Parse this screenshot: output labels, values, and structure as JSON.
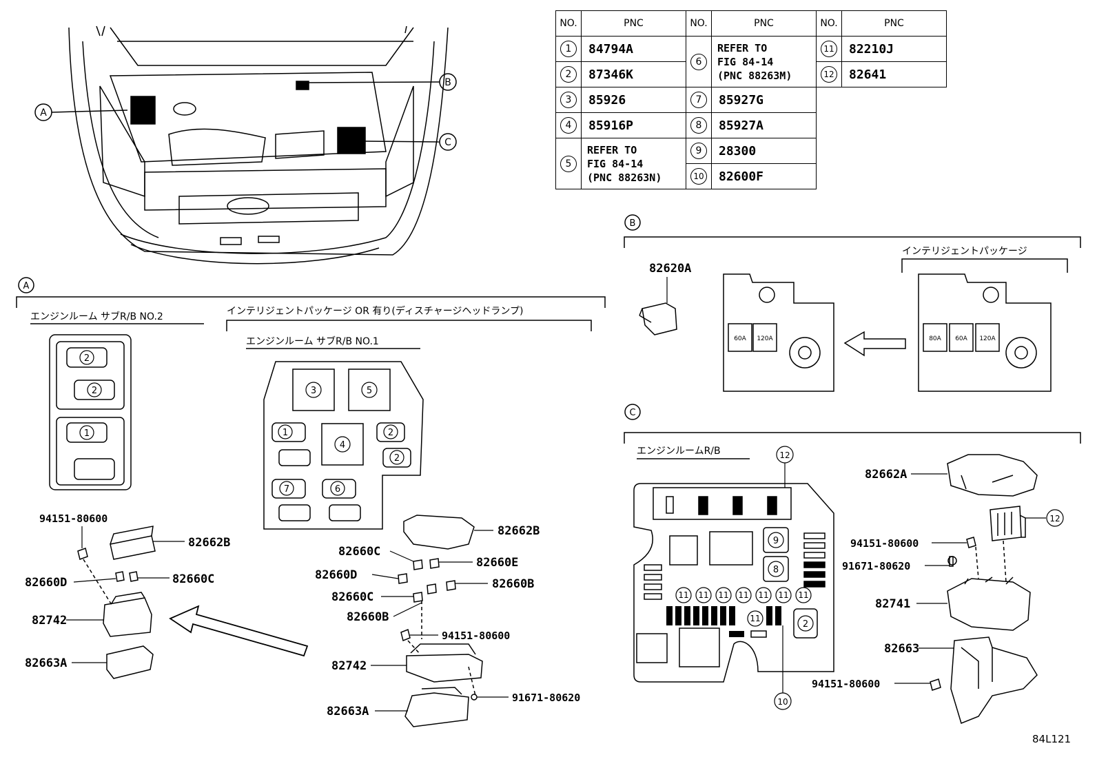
{
  "table": {
    "header": {
      "no": "NO.",
      "pnc": "PNC"
    },
    "items": [
      {
        "no": "1",
        "pnc": "84794A"
      },
      {
        "no": "2",
        "pnc": "87346K"
      },
      {
        "no": "3",
        "pnc": "85926"
      },
      {
        "no": "4",
        "pnc": "85916P"
      },
      {
        "no": "5",
        "pnc": "REFER TO FIG 84-14 (PNC 88263N)",
        "lines": [
          "REFER TO",
          "FIG 84-14",
          "(PNC 88263N)"
        ]
      },
      {
        "no": "6",
        "pnc": "REFER TO FIG 84-14 (PNC 88263M)",
        "lines": [
          "REFER TO",
          "FIG 84-14",
          "(PNC 88263M)"
        ]
      },
      {
        "no": "7",
        "pnc": "85927G"
      },
      {
        "no": "8",
        "pnc": "85927A"
      },
      {
        "no": "9",
        "pnc": "28300"
      },
      {
        "no": "10",
        "pnc": "82600F"
      },
      {
        "no": "11",
        "pnc": "82210J"
      },
      {
        "no": "12",
        "pnc": "82641"
      }
    ]
  },
  "callouts": {
    "a": "A",
    "b": "B",
    "c": "C"
  },
  "section_a": {
    "sub_rb_no2": "エンジンルーム サブR/B NO.2",
    "package_note": "インテリジェントパッケージ OR 有り(ディスチャージヘッドランプ)",
    "sub_rb_no1": "エンジンルーム サブR/B NO.1",
    "labels": {
      "bolt_left": "94151-80600",
      "cover_left": "82662B",
      "relay_d_left": "82660D",
      "relay_c_left": "82660C",
      "block_left": "82742",
      "lower_left": "82663A",
      "cover_right": "82662B",
      "relay_c1": "82660C",
      "relay_e": "82660E",
      "relay_d": "82660D",
      "relay_b1": "82660B",
      "relay_c2": "82660C",
      "relay_b2": "82660B",
      "bolt_right": "94151-80600",
      "block_right": "82742",
      "screw_right": "91671-80620",
      "lower_right": "82663A"
    }
  },
  "section_b": {
    "package": "インテリジェントパッケージ",
    "part": "82620A",
    "fuses_left": [
      "60A",
      "120A"
    ],
    "fuses_right": [
      "80A",
      "60A",
      "120A"
    ]
  },
  "section_c": {
    "title": "エンジンルームR/B",
    "labels": {
      "cover": "82662A",
      "bolt1": "94151-80600",
      "screw": "91671-80620",
      "block": "82741",
      "lower": "82663",
      "bolt2": "94151-80600"
    }
  },
  "figure_code": "84L121"
}
